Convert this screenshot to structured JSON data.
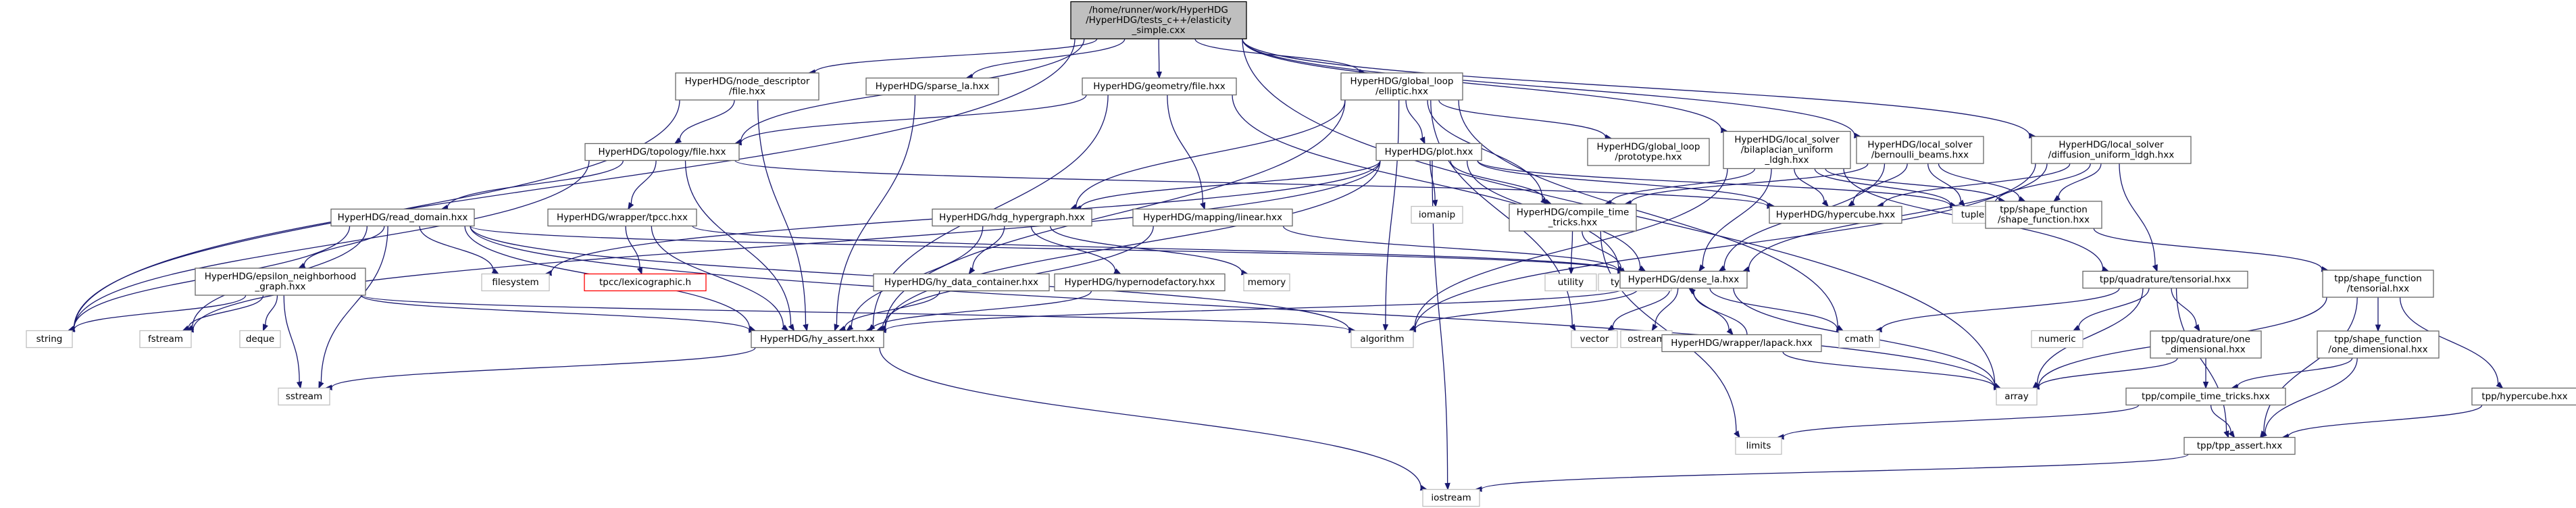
{
  "colors": {
    "edge": "#191970",
    "root_fill": "#bfbfbf",
    "local_border": "#666666",
    "system_border": "#bfbfbf",
    "missing_border": "#ff0000"
  },
  "nodes": [
    {
      "id": "root",
      "lines": [
        "/home/runner/work/HyperHDG",
        "/HyperHDG/tests_c++/elasticity",
        "_simple.cxx"
      ],
      "kind": "root"
    },
    {
      "id": "node_desc",
      "lines": [
        "HyperHDG/node_descriptor",
        "/file.hxx"
      ],
      "kind": "local"
    },
    {
      "id": "sparse_la",
      "lines": [
        "HyperHDG/sparse_la.hxx"
      ],
      "kind": "local"
    },
    {
      "id": "geometry_file",
      "lines": [
        "HyperHDG/geometry/file.hxx"
      ],
      "kind": "local"
    },
    {
      "id": "global_loop_elliptic",
      "lines": [
        "HyperHDG/global_loop",
        "/elliptic.hxx"
      ],
      "kind": "local"
    },
    {
      "id": "topology_file",
      "lines": [
        "HyperHDG/topology/file.hxx"
      ],
      "kind": "local"
    },
    {
      "id": "plot",
      "lines": [
        "HyperHDG/plot.hxx"
      ],
      "kind": "local"
    },
    {
      "id": "global_loop_proto",
      "lines": [
        "HyperHDG/global_loop",
        "/prototype.hxx"
      ],
      "kind": "local"
    },
    {
      "id": "ls_bilaplacian",
      "lines": [
        "HyperHDG/local_solver",
        "/bilaplacian_uniform",
        "_ldgh.hxx"
      ],
      "kind": "local"
    },
    {
      "id": "ls_bernoulli",
      "lines": [
        "HyperHDG/local_solver",
        "/bernoulli_beams.hxx"
      ],
      "kind": "local"
    },
    {
      "id": "ls_diffusion",
      "lines": [
        "HyperHDG/local_solver",
        "/diffusion_uniform_ldgh.hxx"
      ],
      "kind": "local"
    },
    {
      "id": "read_domain",
      "lines": [
        "HyperHDG/read_domain.hxx"
      ],
      "kind": "local"
    },
    {
      "id": "wrapper_tpcc",
      "lines": [
        "HyperHDG/wrapper/tpcc.hxx"
      ],
      "kind": "local"
    },
    {
      "id": "hdg_hypergraph",
      "lines": [
        "HyperHDG/hdg_hypergraph.hxx"
      ],
      "kind": "local"
    },
    {
      "id": "mapping_linear",
      "lines": [
        "HyperHDG/mapping/linear.hxx"
      ],
      "kind": "local"
    },
    {
      "id": "compile_time",
      "lines": [
        "HyperHDG/compile_time",
        "_tricks.hxx"
      ],
      "kind": "local"
    },
    {
      "id": "hypercube",
      "lines": [
        "HyperHDG/hypercube.hxx"
      ],
      "kind": "local"
    },
    {
      "id": "tuple",
      "lines": [
        "tuple"
      ],
      "kind": "system"
    },
    {
      "id": "shape_function",
      "lines": [
        "tpp/shape_function",
        "/shape_function.hxx"
      ],
      "kind": "local"
    },
    {
      "id": "iomanip",
      "lines": [
        "iomanip"
      ],
      "kind": "system"
    },
    {
      "id": "eps_neighborhood",
      "lines": [
        "HyperHDG/epsilon_neighborhood",
        "_graph.hxx"
      ],
      "kind": "local"
    },
    {
      "id": "filesystem",
      "lines": [
        "filesystem"
      ],
      "kind": "system"
    },
    {
      "id": "tpcc_lexico",
      "lines": [
        "tpcc/lexicographic.h"
      ],
      "kind": "missing"
    },
    {
      "id": "hy_data_container",
      "lines": [
        "HyperHDG/hy_data_container.hxx"
      ],
      "kind": "local"
    },
    {
      "id": "hypernodefactory",
      "lines": [
        "HyperHDG/hypernodefactory.hxx"
      ],
      "kind": "local"
    },
    {
      "id": "memory",
      "lines": [
        "memory"
      ],
      "kind": "system"
    },
    {
      "id": "utility",
      "lines": [
        "utility"
      ],
      "kind": "system"
    },
    {
      "id": "type_traits",
      "lines": [
        "type_traits"
      ],
      "kind": "system"
    },
    {
      "id": "dense_la",
      "lines": [
        "HyperHDG/dense_la.hxx"
      ],
      "kind": "local"
    },
    {
      "id": "quad_tensorial",
      "lines": [
        "tpp/quadrature/tensorial.hxx"
      ],
      "kind": "local"
    },
    {
      "id": "sf_tensorial",
      "lines": [
        "tpp/shape_function",
        "/tensorial.hxx"
      ],
      "kind": "local"
    },
    {
      "id": "string",
      "lines": [
        "string"
      ],
      "kind": "system"
    },
    {
      "id": "fstream",
      "lines": [
        "fstream"
      ],
      "kind": "system"
    },
    {
      "id": "deque",
      "lines": [
        "deque"
      ],
      "kind": "system"
    },
    {
      "id": "hy_assert",
      "lines": [
        "HyperHDG/hy_assert.hxx"
      ],
      "kind": "local"
    },
    {
      "id": "algorithm",
      "lines": [
        "algorithm"
      ],
      "kind": "system"
    },
    {
      "id": "vector",
      "lines": [
        "vector"
      ],
      "kind": "system"
    },
    {
      "id": "ostream",
      "lines": [
        "ostream"
      ],
      "kind": "system"
    },
    {
      "id": "wrapper_lapack",
      "lines": [
        "HyperHDG/wrapper/lapack.hxx"
      ],
      "kind": "local"
    },
    {
      "id": "cmath",
      "lines": [
        "cmath"
      ],
      "kind": "system"
    },
    {
      "id": "numeric",
      "lines": [
        "numeric"
      ],
      "kind": "system"
    },
    {
      "id": "quad_one_dim",
      "lines": [
        "tpp/quadrature/one",
        "_dimensional.hxx"
      ],
      "kind": "local"
    },
    {
      "id": "sf_one_dim",
      "lines": [
        "tpp/shape_function",
        "/one_dimensional.hxx"
      ],
      "kind": "local"
    },
    {
      "id": "sstream",
      "lines": [
        "sstream"
      ],
      "kind": "system"
    },
    {
      "id": "array",
      "lines": [
        "array"
      ],
      "kind": "system"
    },
    {
      "id": "tpp_compile_time",
      "lines": [
        "tpp/compile_time_tricks.hxx"
      ],
      "kind": "local"
    },
    {
      "id": "tpp_hypercube",
      "lines": [
        "tpp/hypercube.hxx"
      ],
      "kind": "local"
    },
    {
      "id": "limits",
      "lines": [
        "limits"
      ],
      "kind": "system"
    },
    {
      "id": "tpp_assert",
      "lines": [
        "tpp/tpp_assert.hxx"
      ],
      "kind": "local"
    },
    {
      "id": "iostream",
      "lines": [
        "iostream"
      ],
      "kind": "system"
    }
  ],
  "edges": [
    [
      "root",
      "node_desc"
    ],
    [
      "root",
      "sparse_la"
    ],
    [
      "root",
      "geometry_file"
    ],
    [
      "root",
      "global_loop_elliptic"
    ],
    [
      "root",
      "ls_bilaplacian"
    ],
    [
      "root",
      "ls_bernoulli"
    ],
    [
      "root",
      "ls_diffusion"
    ],
    [
      "root",
      "topology_file"
    ],
    [
      "root",
      "string"
    ],
    [
      "root",
      "array"
    ],
    [
      "node_desc",
      "topology_file"
    ],
    [
      "node_desc",
      "hy_assert"
    ],
    [
      "node_desc",
      "string"
    ],
    [
      "sparse_la",
      "hy_assert"
    ],
    [
      "geometry_file",
      "topology_file"
    ],
    [
      "geometry_file",
      "mapping_linear"
    ],
    [
      "geometry_file",
      "hy_assert"
    ],
    [
      "geometry_file",
      "dense_la"
    ],
    [
      "global_loop_elliptic",
      "plot"
    ],
    [
      "global_loop_elliptic",
      "global_loop_proto"
    ],
    [
      "global_loop_elliptic",
      "hdg_hypergraph"
    ],
    [
      "global_loop_elliptic",
      "hy_assert"
    ],
    [
      "global_loop_elliptic",
      "compile_time"
    ],
    [
      "global_loop_elliptic",
      "algorithm"
    ],
    [
      "global_loop_elliptic",
      "vector"
    ],
    [
      "global_loop_elliptic",
      "cmath"
    ],
    [
      "topology_file",
      "read_domain"
    ],
    [
      "topology_file",
      "wrapper_tpcc"
    ],
    [
      "topology_file",
      "hy_assert"
    ],
    [
      "topology_file",
      "hypercube"
    ],
    [
      "topology_file",
      "string"
    ],
    [
      "plot",
      "hdg_hypergraph"
    ],
    [
      "plot",
      "compile_time"
    ],
    [
      "plot",
      "dense_la"
    ],
    [
      "plot",
      "hypercube"
    ],
    [
      "plot",
      "iomanip"
    ],
    [
      "plot",
      "tuple"
    ],
    [
      "plot",
      "filesystem"
    ],
    [
      "plot",
      "fstream"
    ],
    [
      "plot",
      "iostream"
    ],
    [
      "plot",
      "hy_assert"
    ],
    [
      "ls_bilaplacian",
      "compile_time"
    ],
    [
      "ls_bilaplacian",
      "dense_la"
    ],
    [
      "ls_bilaplacian",
      "hypercube"
    ],
    [
      "ls_bilaplacian",
      "shape_function"
    ],
    [
      "ls_bilaplacian",
      "tuple"
    ],
    [
      "ls_bilaplacian",
      "algorithm"
    ],
    [
      "ls_bilaplacian",
      "quad_tensorial"
    ],
    [
      "ls_bernoulli",
      "compile_time"
    ],
    [
      "ls_bernoulli",
      "dense_la"
    ],
    [
      "ls_bernoulli",
      "hypercube"
    ],
    [
      "ls_bernoulli",
      "shape_function"
    ],
    [
      "ls_bernoulli",
      "tuple"
    ],
    [
      "ls_diffusion",
      "hypercube"
    ],
    [
      "ls_diffusion",
      "shape_function"
    ],
    [
      "ls_diffusion",
      "tuple"
    ],
    [
      "ls_diffusion",
      "quad_tensorial"
    ],
    [
      "ls_diffusion",
      "dense_la"
    ],
    [
      "ls_diffusion",
      "algorithm"
    ],
    [
      "read_domain",
      "eps_neighborhood"
    ],
    [
      "read_domain",
      "filesystem"
    ],
    [
      "read_domain",
      "fstream"
    ],
    [
      "read_domain",
      "sstream"
    ],
    [
      "read_domain",
      "hy_assert"
    ],
    [
      "read_domain",
      "algorithm"
    ],
    [
      "read_domain",
      "array"
    ],
    [
      "read_domain",
      "string"
    ],
    [
      "read_domain",
      "dense_la"
    ],
    [
      "wrapper_tpcc",
      "tpcc_lexico"
    ],
    [
      "wrapper_tpcc",
      "hy_assert"
    ],
    [
      "wrapper_tpcc",
      "dense_la"
    ],
    [
      "hdg_hypergraph",
      "hy_data_container"
    ],
    [
      "hdg_hypergraph",
      "hypernodefactory"
    ],
    [
      "hdg_hypergraph",
      "memory"
    ],
    [
      "hdg_hypergraph",
      "hy_assert"
    ],
    [
      "mapping_linear",
      "dense_la"
    ],
    [
      "mapping_linear",
      "hy_assert"
    ],
    [
      "compile_time",
      "utility"
    ],
    [
      "compile_time",
      "type_traits"
    ],
    [
      "compile_time",
      "limits"
    ],
    [
      "shape_function",
      "sf_tensorial"
    ],
    [
      "eps_neighborhood",
      "string"
    ],
    [
      "eps_neighborhood",
      "fstream"
    ],
    [
      "eps_neighborhood",
      "deque"
    ],
    [
      "eps_neighborhood",
      "sstream"
    ],
    [
      "eps_neighborhood",
      "hy_assert"
    ],
    [
      "eps_neighborhood",
      "algorithm"
    ],
    [
      "hy_data_container",
      "hy_assert"
    ],
    [
      "hypernodefactory",
      "hy_assert"
    ],
    [
      "dense_la",
      "hy_assert"
    ],
    [
      "dense_la",
      "wrapper_lapack"
    ],
    [
      "dense_la",
      "algorithm"
    ],
    [
      "dense_la",
      "vector"
    ],
    [
      "dense_la",
      "ostream"
    ],
    [
      "dense_la",
      "cmath"
    ],
    [
      "dense_la",
      "array"
    ],
    [
      "wrapper_lapack",
      "dense_la"
    ],
    [
      "wrapper_lapack",
      "array"
    ],
    [
      "quad_tensorial",
      "quad_one_dim"
    ],
    [
      "quad_tensorial",
      "numeric"
    ],
    [
      "quad_tensorial",
      "cmath"
    ],
    [
      "quad_tensorial",
      "array"
    ],
    [
      "quad_tensorial",
      "tpp_assert"
    ],
    [
      "sf_tensorial",
      "sf_one_dim"
    ],
    [
      "sf_tensorial",
      "tpp_hypercube"
    ],
    [
      "sf_tensorial",
      "tpp_assert"
    ],
    [
      "sf_tensorial",
      "array"
    ],
    [
      "quad_one_dim",
      "tpp_compile_time"
    ],
    [
      "quad_one_dim",
      "array"
    ],
    [
      "sf_one_dim",
      "tpp_compile_time"
    ],
    [
      "sf_one_dim",
      "tpp_assert"
    ],
    [
      "hy_assert",
      "sstream"
    ],
    [
      "hy_assert",
      "iostream"
    ],
    [
      "tpp_compile_time",
      "limits"
    ],
    [
      "tpp_compile_time",
      "tpp_assert"
    ],
    [
      "tpp_hypercube",
      "tpp_assert"
    ],
    [
      "tpp_assert",
      "iostream"
    ]
  ]
}
